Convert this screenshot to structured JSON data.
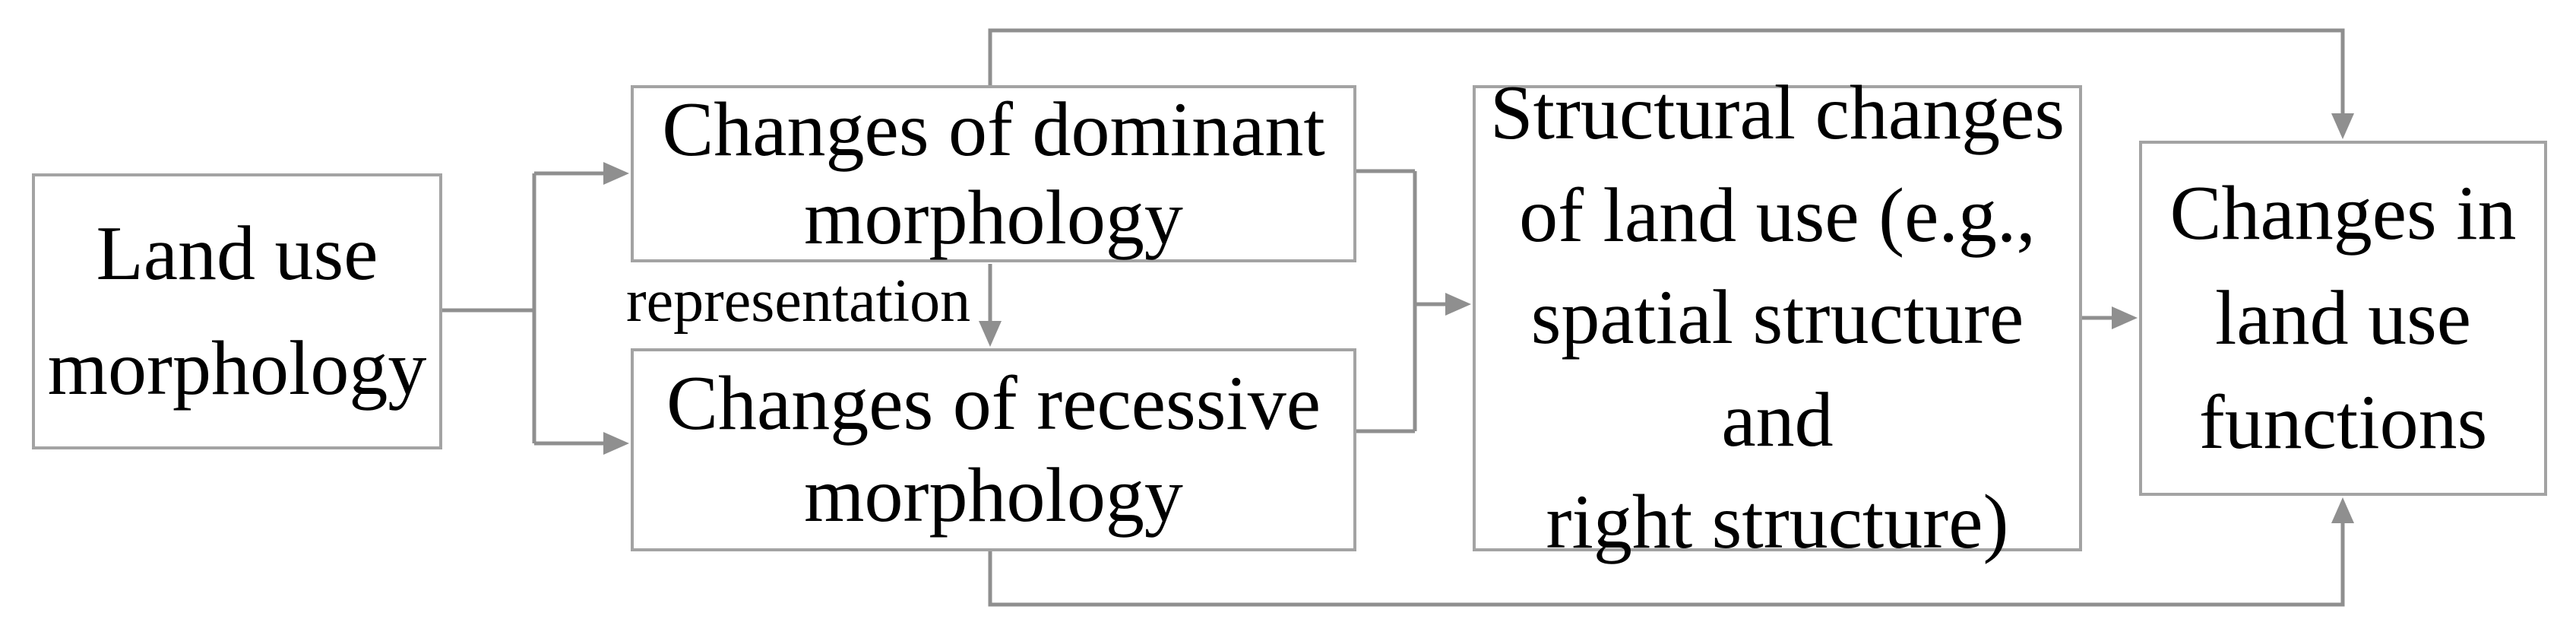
{
  "diagram": {
    "title": "Land use morphology flow diagram",
    "background_color": "#ffffff",
    "box_border_color": "#a3a3a3",
    "connector_color": "#8f8f8f",
    "text_color": "#000000",
    "nodes": [
      {
        "id": "land-use-morphology",
        "label": "Land use\nmorphology"
      },
      {
        "id": "changes-dominant-morphology",
        "label": "Changes of dominant\nmorphology"
      },
      {
        "id": "changes-recessive-morphology",
        "label": "Changes of recessive\nmorphology"
      },
      {
        "id": "structural-changes-land-use",
        "label": "Structural changes\nof land use (e.g.,\nspatial structure and\nright structure)"
      },
      {
        "id": "changes-land-use-functions",
        "label": "Changes in\nland use\nfunctions"
      }
    ],
    "edge_labels": [
      {
        "id": "representation",
        "text": "representation"
      }
    ],
    "edges": [
      {
        "from": "land-use-morphology",
        "to": "changes-dominant-morphology"
      },
      {
        "from": "land-use-morphology",
        "to": "changes-recessive-morphology"
      },
      {
        "from": "changes-dominant-morphology",
        "to": "changes-recessive-morphology",
        "label": "representation"
      },
      {
        "from": "changes-dominant-morphology",
        "to": "structural-changes-land-use"
      },
      {
        "from": "changes-recessive-morphology",
        "to": "structural-changes-land-use"
      },
      {
        "from": "structural-changes-land-use",
        "to": "changes-land-use-functions"
      },
      {
        "from": "changes-dominant-morphology",
        "to": "changes-land-use-functions",
        "route": "top"
      },
      {
        "from": "changes-recessive-morphology",
        "to": "changes-land-use-functions",
        "route": "bottom"
      }
    ]
  }
}
